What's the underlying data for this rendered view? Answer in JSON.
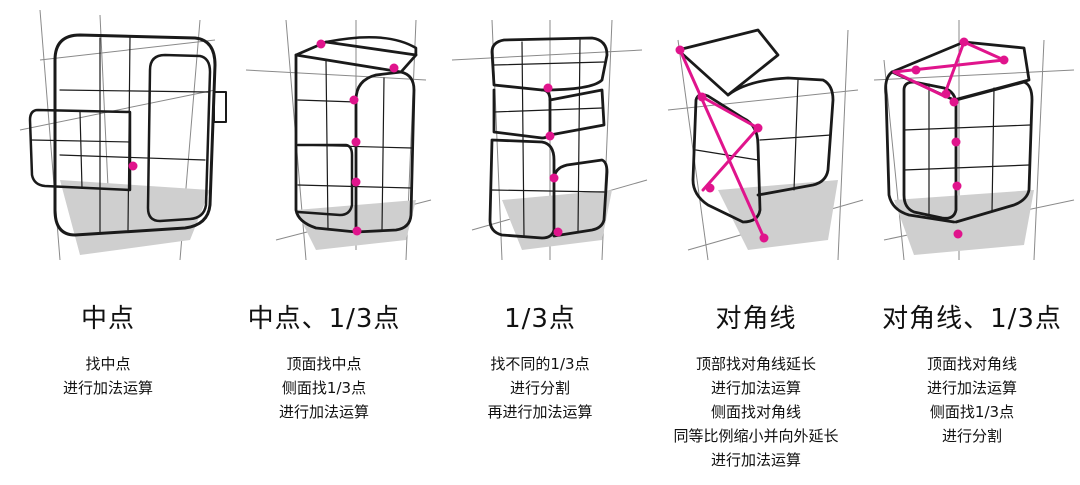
{
  "accent_color": "#e0148c",
  "panels": [
    {
      "title": "中点",
      "lines": [
        "找中点",
        "进行加法运算"
      ]
    },
    {
      "title": "中点、1/3点",
      "lines": [
        "顶面找中点",
        "侧面找1/3点",
        "进行加法运算"
      ]
    },
    {
      "title": "1/3点",
      "lines": [
        "找不同的1/3点",
        "进行分割",
        "再进行加法运算"
      ]
    },
    {
      "title": "对角线",
      "lines": [
        "顶部找对角线延长",
        "进行加法运算",
        "侧面找对角线",
        "同等比例缩小并向外延长",
        "进行加法运算"
      ]
    },
    {
      "title": "对角线、1/3点",
      "lines": [
        "顶面找对角线",
        "进行加法运算",
        "侧面找1/3点",
        "进行分割"
      ]
    }
  ]
}
